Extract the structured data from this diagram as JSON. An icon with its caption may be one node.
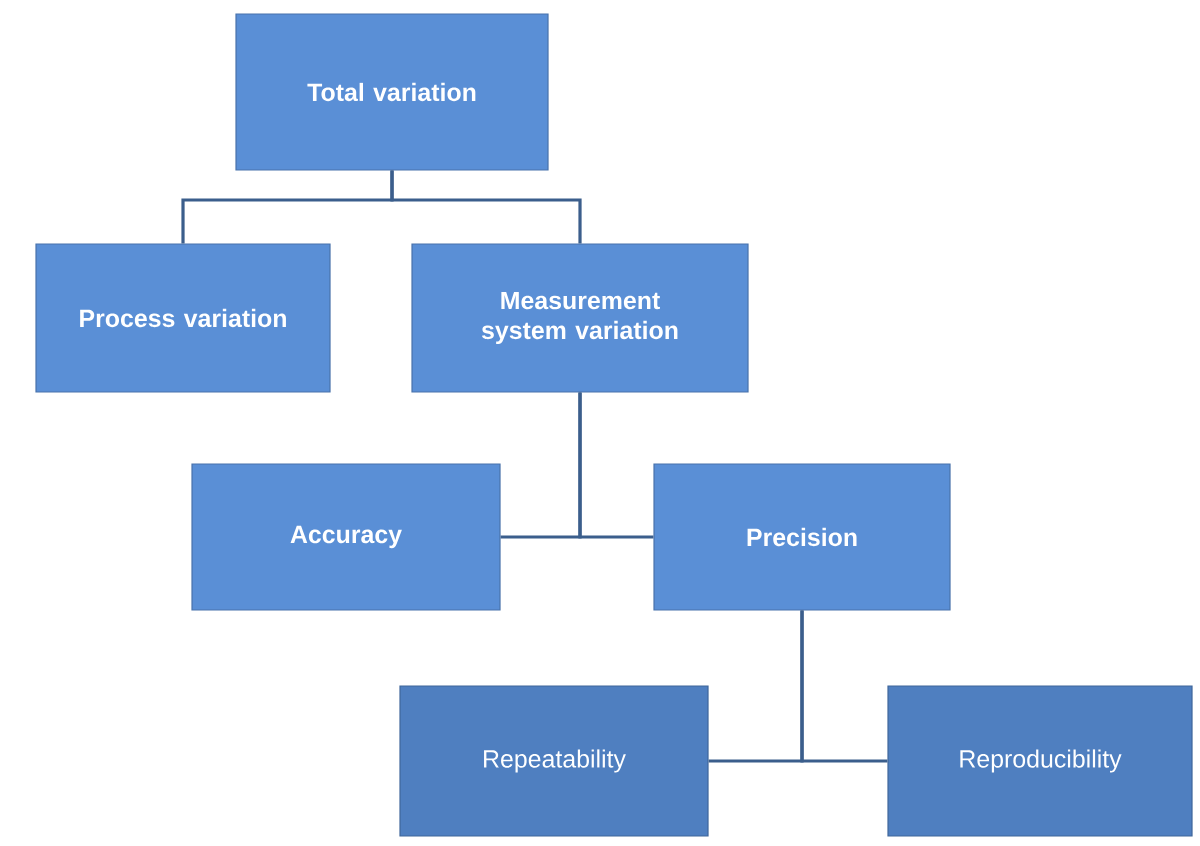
{
  "diagram": {
    "nodes": [
      {
        "text": [
          "Total variation"
        ]
      },
      {
        "text": [
          "Process variation"
        ]
      },
      {
        "text": [
          "Measurement system variation"
        ]
      },
      {
        "text": [
          "Accuracy"
        ]
      },
      {
        "text": [
          "Precision"
        ]
      },
      {
        "text": [
          "Repeatability"
        ]
      },
      {
        "text": [
          "Reproducibility"
        ]
      }
    ],
    "edges": [
      {
        "from": 0,
        "to": 1,
        "arrow": "none"
      },
      {
        "from": 0,
        "to": 2,
        "arrow": "none"
      },
      {
        "from": 2,
        "to": 3,
        "arrow": "none"
      },
      {
        "from": 2,
        "to": 4,
        "arrow": "none"
      },
      {
        "from": 4,
        "to": 5,
        "arrow": "none"
      },
      {
        "from": 4,
        "to": 6,
        "arrow": "none"
      }
    ]
  }
}
